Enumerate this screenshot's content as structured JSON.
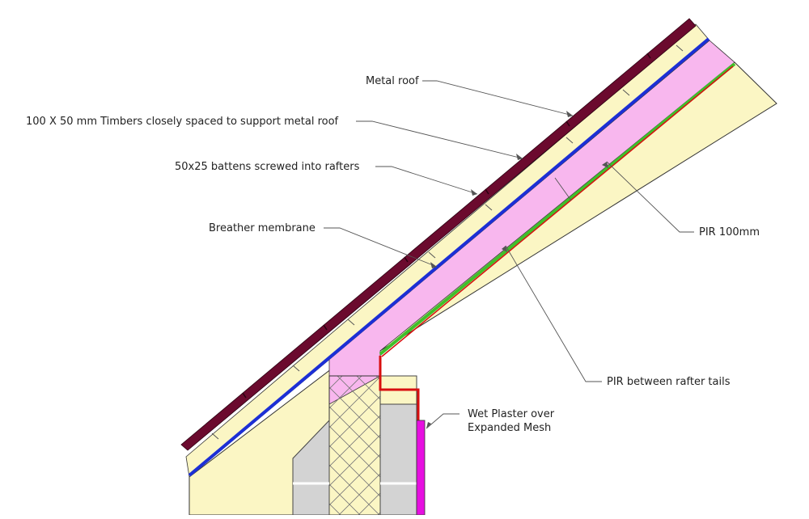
{
  "labels": {
    "metal_roof": "Metal roof",
    "timbers": "100 X 50 mm Timbers closely spaced to support metal roof",
    "battens": "50x25 battens screwed into rafters",
    "breather": "Breather membrane",
    "pir_100": "PIR 100mm",
    "pir_tails": "PIR between rafter tails",
    "plaster_line1": "Wet Plaster over",
    "plaster_line2": "Expanded Mesh"
  },
  "colors": {
    "metal_roof": "#6b0a2e",
    "timber": "#fbf6c4",
    "membrane": "#1c2fd6",
    "pir": "#f8b7ee",
    "vcl": "#3fbf2a",
    "flashing": "#d80f0f",
    "block": "#d3d3d3",
    "plaster": "#e60fe0",
    "leader": "#555555"
  }
}
